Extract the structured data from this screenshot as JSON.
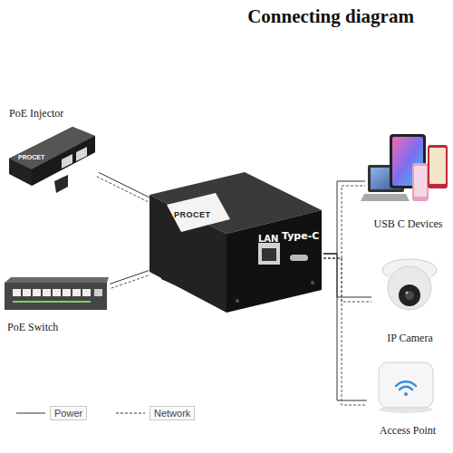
{
  "diagram": {
    "title": "Connecting diagram",
    "nodes": [
      {
        "text": [
          "PoE Injector",
          "PROCET"
        ]
      },
      {
        "text": [
          "PoE Switch"
        ]
      },
      {
        "text": [
          "PROCET",
          "LAN",
          "Type-C"
        ]
      },
      {
        "text": [
          "USB C Devices"
        ]
      },
      {
        "text": [
          "IP Camera"
        ]
      },
      {
        "text": [
          "Access Point"
        ]
      }
    ],
    "edges": [
      {
        "from": 0,
        "to": 2,
        "arrow": "none"
      },
      {
        "from": 1,
        "to": 2,
        "arrow": "none"
      },
      {
        "from": 2,
        "to": 3,
        "arrow": "none"
      },
      {
        "from": 2,
        "to": 4,
        "arrow": "none"
      },
      {
        "from": 2,
        "to": 5,
        "arrow": "none"
      }
    ],
    "legend": [
      {
        "text": "Power"
      },
      {
        "text": "Network"
      }
    ]
  }
}
